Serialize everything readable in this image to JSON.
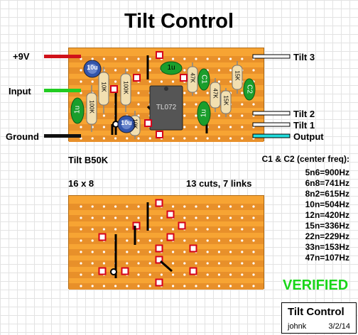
{
  "title": "Tilt Control",
  "labels": {
    "plus9v": "+9V",
    "input": "Input",
    "ground": "Ground",
    "tilt3": "Tilt 3",
    "tilt2": "Tilt 2",
    "tilt1": "Tilt 1",
    "output": "Output",
    "pot": "Tilt B50K",
    "size": "16 x 8",
    "stats": "13 cuts, 7 links"
  },
  "components": {
    "cap10u_a": "10u",
    "cap10u_b": "10u",
    "cap1u_a": "1u",
    "cap1u_b": "1u",
    "cap1u_c": "1u",
    "r10k_a": "10K",
    "r100k_a": "100K",
    "r100k_b": "100K",
    "r10k_b": "10K",
    "r47k_a": "47K",
    "r47k_b": "47K",
    "r15k_a": "15K",
    "r15k_b": "15K",
    "c1": "C1",
    "c2": "C2",
    "ic": "TL072"
  },
  "freq_table": {
    "header": "C1 & C2 (center freq):",
    "rows": [
      "5n6=900Hz",
      "6n8=741Hz",
      "8n2=615Hz",
      "10n=504Hz",
      "12n=420Hz",
      "15n=336Hz",
      "22n=229Hz",
      "33n=153Hz",
      "47n=107Hz"
    ]
  },
  "verified": "VERIFIED",
  "credit": {
    "title": "Tilt Control",
    "author": "johnk",
    "date": "3/2/14"
  },
  "colors": {
    "board": "#f7a433",
    "strip": "#e8902a",
    "cut": "#d4001a",
    "wire_power": "#d0121a",
    "wire_input": "#22cc22",
    "wire_output": "#22dddd",
    "resistor": "#f2dfb0",
    "cap_green": "#1a9e2c",
    "electrolytic": "#3355aa",
    "verified": "#1ad61a"
  }
}
